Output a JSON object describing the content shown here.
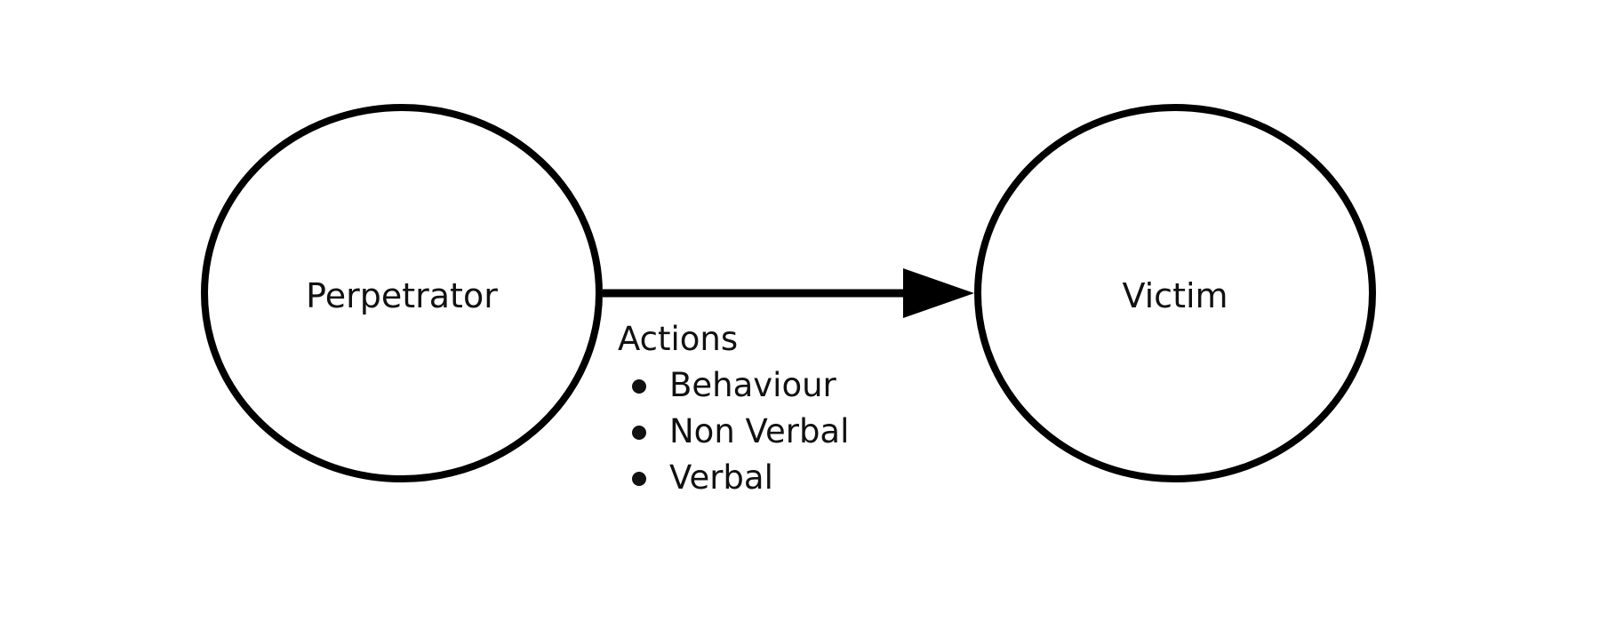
{
  "diagram": {
    "source_node": {
      "label": "Perpetrator"
    },
    "target_node": {
      "label": "Victim"
    },
    "edge": {
      "title": "Actions",
      "items": [
        "Behaviour",
        "Non Verbal",
        "Verbal"
      ]
    }
  },
  "colors": {
    "stroke": "#000000",
    "text": "#111111",
    "background": "#ffffff"
  }
}
